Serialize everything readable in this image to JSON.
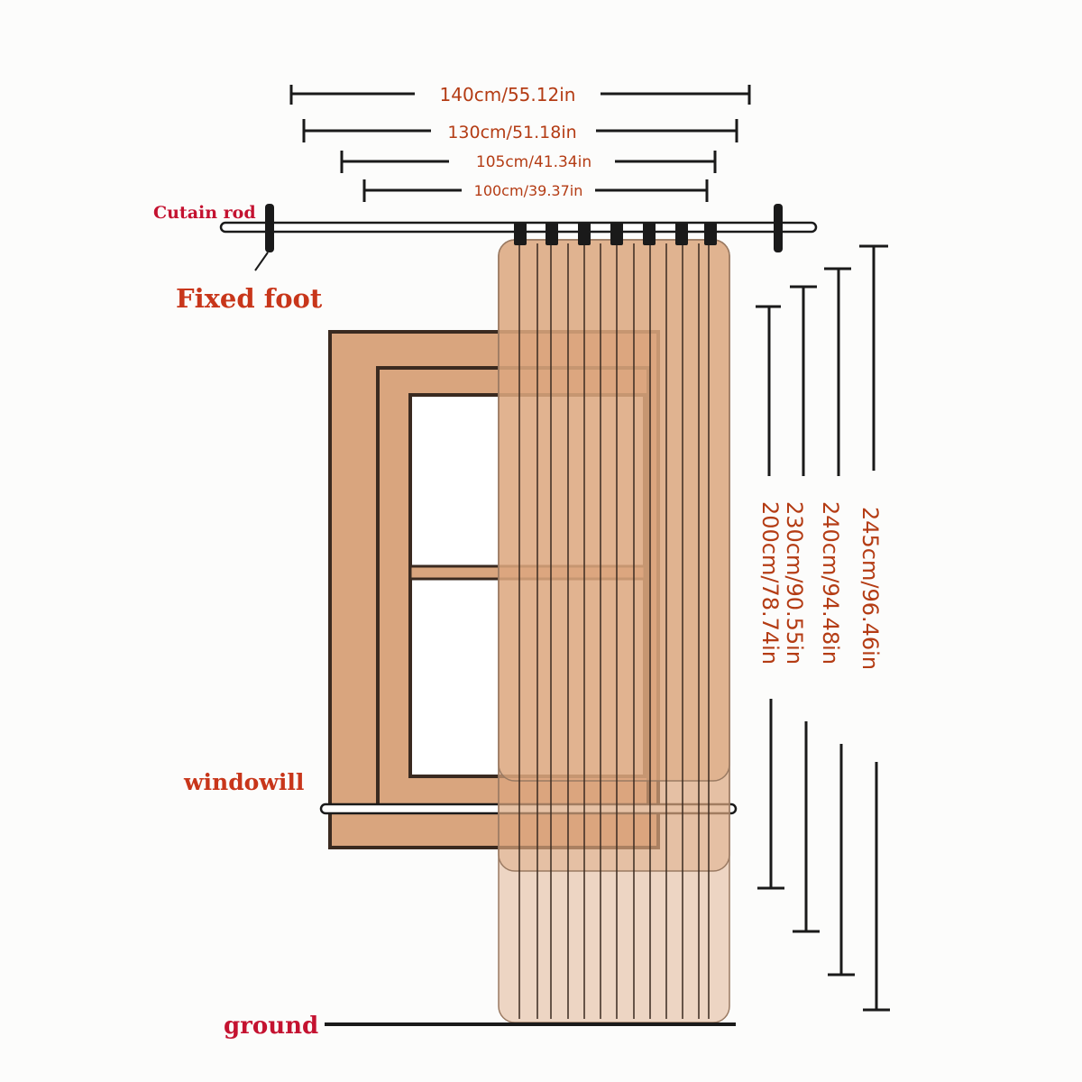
{
  "labels": {
    "curtain_rod": "Cutain rod",
    "fixed_foot": "Fixed foot",
    "windowsill": "windowill",
    "ground": "ground"
  },
  "widths": [
    {
      "id": "w140",
      "text": "140cm/55.12in"
    },
    {
      "id": "w130",
      "text": "130cm/51.18in"
    },
    {
      "id": "w105",
      "text": "105cm/41.34in"
    },
    {
      "id": "w100",
      "text": "100cm/39.37in"
    }
  ],
  "heights": [
    {
      "id": "h200",
      "text": "200cm/78.74in"
    },
    {
      "id": "h230",
      "text": "230cm/90.55in"
    },
    {
      "id": "h240",
      "text": "240cm/94.48in"
    },
    {
      "id": "h245",
      "text": "245cm/96.46in"
    }
  ],
  "colors": {
    "label_red": "#c8361a",
    "rod_label_red": "#c41230",
    "dimension_text": "#b43c14",
    "curtain": "#dca77f",
    "frame": "#d9a57e",
    "line": "#1a1a1a"
  }
}
